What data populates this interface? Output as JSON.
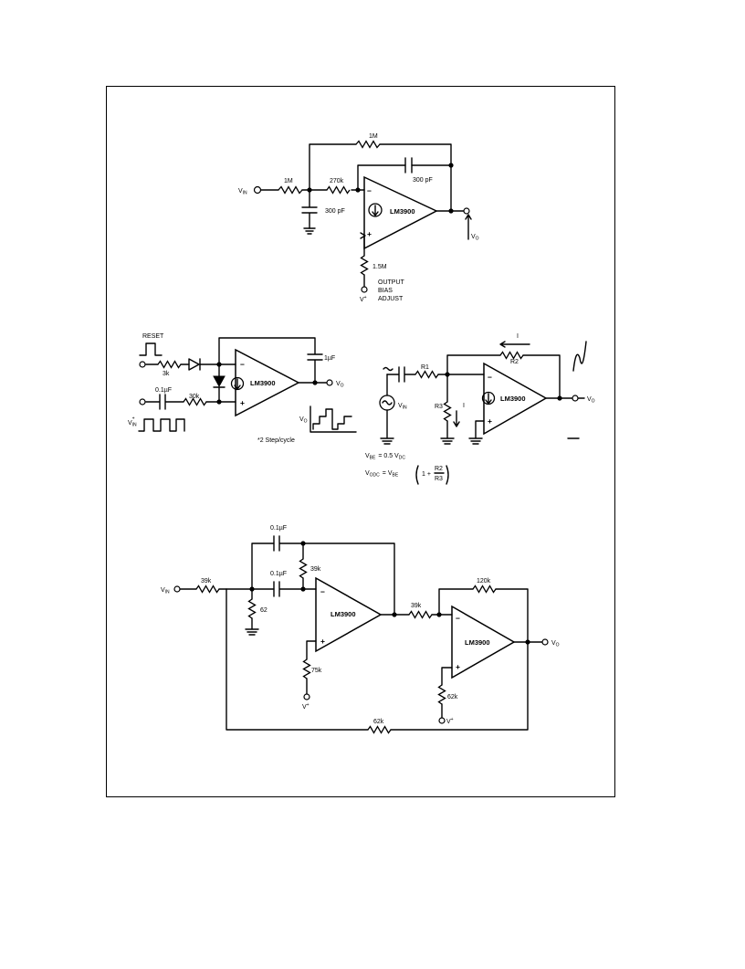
{
  "circuit1": {
    "r_feedback": "1M",
    "r_in": "1M",
    "r_series": "270k",
    "c_feedback": "300 pF",
    "c_shunt": "300 pF",
    "r_bias": "1.5M",
    "opamp": "LM3900",
    "vin": "V",
    "vin_sub": "IN",
    "vo": "V",
    "vo_sub": "O",
    "vplus": "V",
    "vplus_sup": "+",
    "note_lines": [
      "OUTPUT",
      "BIAS",
      "ADJUST"
    ],
    "minus": "−",
    "plus": "+"
  },
  "circuit2": {
    "reset": "RESET",
    "r_reset": "3k",
    "c_in": "0.1µF",
    "r_in": "30k",
    "c_feedback": "1µF",
    "opamp": "LM3900",
    "vin": "V",
    "vin_sub": "IN",
    "vin_sup": "+",
    "vo": "V",
    "vo_sub": "O",
    "note": "*2 Step/cycle",
    "minus": "−",
    "plus": "+"
  },
  "circuit3": {
    "r1": "R1",
    "r2": "R2",
    "r3": "R3",
    "current": "I",
    "opamp": "LM3900",
    "vin": "V",
    "vin_sub": "IN",
    "vo": "V",
    "vo_sub": "O",
    "minus": "−",
    "plus": "+",
    "eq1_lhs": "V",
    "eq1_lhs_sub": "BE",
    "eq1_rhs": "= 0.5 V",
    "eq1_rhs_sub": "DC",
    "eq2_lhs": "V",
    "eq2_lhs_sub": "ODC",
    "eq2_mid": "= V",
    "eq2_mid_sub": "BE",
    "eq2_one": "1 +",
    "eq2_num": "R2",
    "eq2_den": "R3"
  },
  "circuit4": {
    "r_in": "39k",
    "c_top": "0.1µF",
    "c_mid": "0.1µF",
    "r_fb": "39k",
    "r_shunt": "62",
    "r_bias1": "75k",
    "opamp1": "LM3900",
    "r_series": "39k",
    "r_fb2": "120k",
    "opamp2": "LM3900",
    "r_bias2": "62k",
    "r_loop": "62k",
    "vin": "V",
    "vin_sub": "IN",
    "vo": "V",
    "vo_sub": "O",
    "vplus": "V",
    "vplus_sup": "+",
    "minus": "−",
    "plus": "+"
  }
}
